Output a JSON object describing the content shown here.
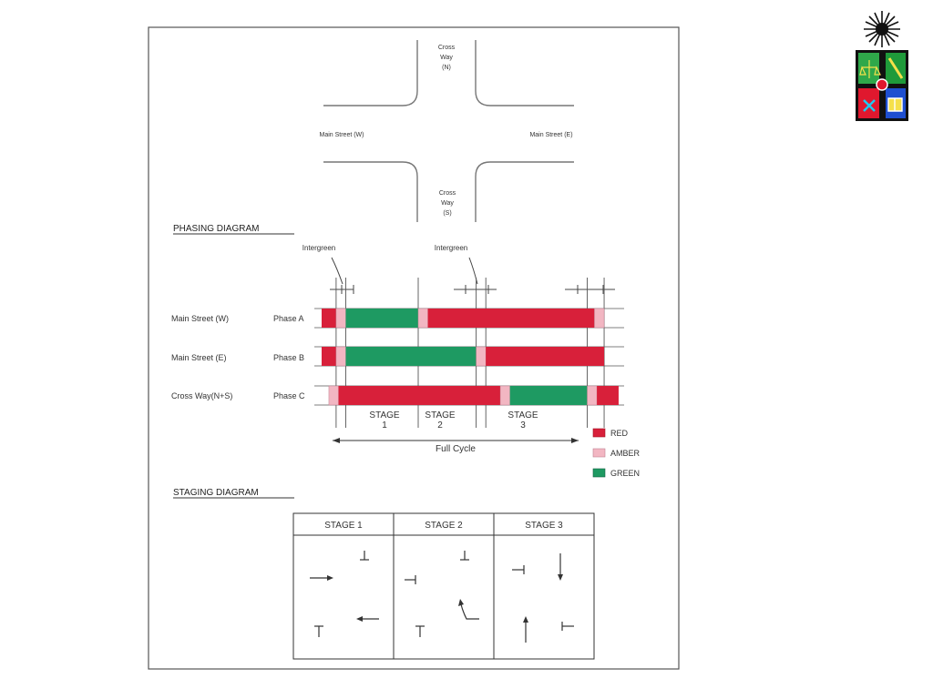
{
  "colors": {
    "red": "#d8203a",
    "amber": "#f2b6c2",
    "green": "#1e9a62",
    "frame": "#555555",
    "road": "#777777"
  },
  "logo": {
    "icon": "university-crest-icon"
  },
  "junction": {
    "north": [
      "Cross",
      "Way",
      "(N)"
    ],
    "south": [
      "Cross",
      "Way",
      "(S)"
    ],
    "west": "Main Street (W)",
    "east": "Main Street (E)"
  },
  "phasing": {
    "heading": "PHASING DIAGRAM",
    "intergreen_labels": [
      "Intergreen",
      "Intergreen"
    ],
    "rows": [
      {
        "street": "Main Street (W)",
        "phase": "Phase A",
        "segments": [
          {
            "state": "red",
            "from": 0,
            "to": 0.6
          },
          {
            "state": "amber",
            "from": 0.6,
            "to": 1
          },
          {
            "state": "green",
            "from": 1,
            "to": 4
          },
          {
            "state": "amber",
            "from": 4,
            "to": 4.4
          },
          {
            "state": "red",
            "from": 4.4,
            "to": 11.3
          },
          {
            "state": "amber",
            "from": 11.3,
            "to": 11.7
          }
        ]
      },
      {
        "street": "Main Street (E)",
        "phase": "Phase B",
        "segments": [
          {
            "state": "red",
            "from": 0,
            "to": 0.6
          },
          {
            "state": "amber",
            "from": 0.6,
            "to": 1
          },
          {
            "state": "green",
            "from": 1,
            "to": 6.4
          },
          {
            "state": "amber",
            "from": 6.4,
            "to": 6.8
          },
          {
            "state": "red",
            "from": 6.8,
            "to": 11.7
          }
        ]
      },
      {
        "street": "Cross Way(N+S)",
        "phase": "Phase C",
        "segments": [
          {
            "state": "amber",
            "from": 0.3,
            "to": 0.7
          },
          {
            "state": "red",
            "from": 0.7,
            "to": 7.4
          },
          {
            "state": "amber",
            "from": 7.4,
            "to": 7.8
          },
          {
            "state": "green",
            "from": 7.8,
            "to": 11
          },
          {
            "state": "amber",
            "from": 11,
            "to": 11.4
          },
          {
            "state": "red",
            "from": 11.4,
            "to": 12.3
          }
        ]
      }
    ],
    "stages": [
      {
        "lines": [
          "STAGE",
          "1"
        ],
        "from": 1,
        "to": 4
      },
      {
        "lines": [
          "STAGE",
          "2"
        ],
        "from": 4,
        "to": 6.4
      },
      {
        "lines": [
          "STAGE",
          "3"
        ],
        "from": 6.8,
        "to": 11
      }
    ],
    "full_cycle": "Full Cycle",
    "legend": [
      {
        "label": "RED",
        "state": "red"
      },
      {
        "label": "AMBER",
        "state": "amber"
      },
      {
        "label": "GREEN",
        "state": "green"
      }
    ]
  },
  "staging": {
    "heading": "STAGING DIAGRAM",
    "headers": [
      "STAGE 1",
      "STAGE 2",
      "STAGE 3"
    ]
  }
}
